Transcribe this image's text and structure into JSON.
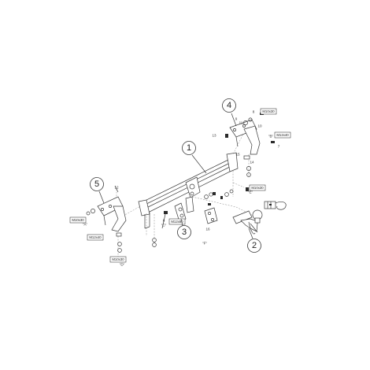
{
  "callouts": [
    "1",
    "2",
    "3",
    "4",
    "5"
  ],
  "bolt_boxes": [
    "M10x30",
    "M12x40",
    "M10x30",
    "M12x80",
    "M10x30",
    "M12x40",
    "M10x30"
  ],
  "small_labels": [
    "8",
    "9",
    "11",
    "10",
    "7",
    "13",
    "12",
    "14",
    "15",
    "6",
    "16",
    "\"B\"",
    "\"C\"",
    "\"A\"",
    "\"D\"",
    "\"E\"",
    "\"F\""
  ]
}
